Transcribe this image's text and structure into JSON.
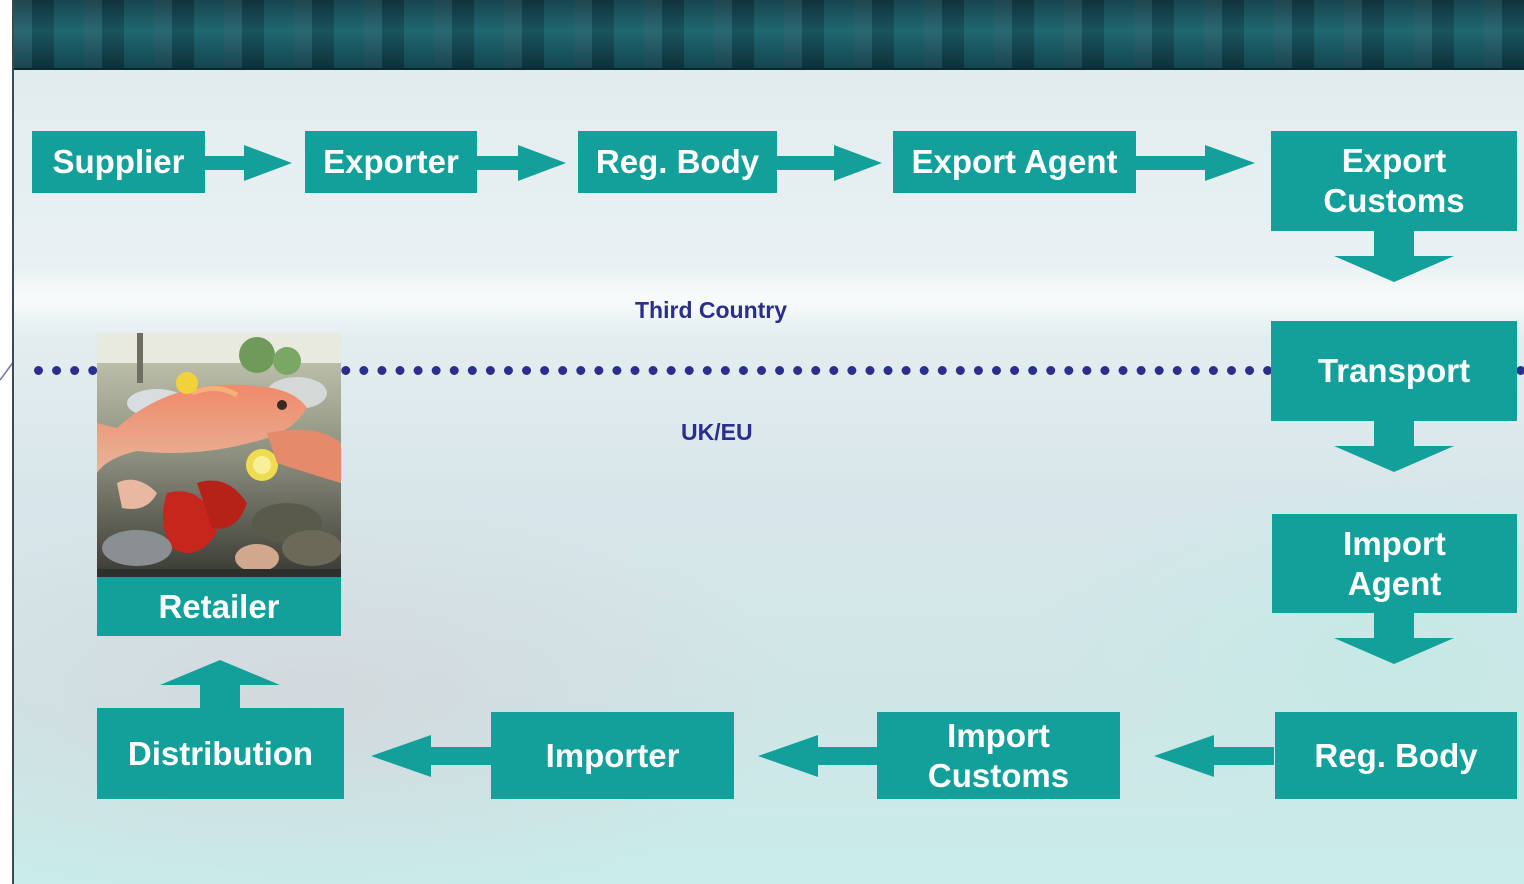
{
  "boxes": {
    "supplier": "Supplier",
    "exporter": "Exporter",
    "reg_body_top": "Reg. Body",
    "export_agent": "Export Agent",
    "export_customs": [
      "Export",
      "Customs"
    ],
    "transport": "Transport",
    "import_agent": [
      "Import",
      "Agent"
    ],
    "reg_body_bottom": "Reg. Body",
    "import_customs": [
      "Import",
      "Customs"
    ],
    "importer": "Importer",
    "distribution": "Distribution",
    "retailer": "Retailer"
  },
  "regions": {
    "third_country": "Third Country",
    "uk_eu": "UK/EU"
  },
  "colors": {
    "box": "#14a09a",
    "border_line": "#2b2e8c"
  },
  "image": {
    "subject": "seafood-display-photo"
  }
}
